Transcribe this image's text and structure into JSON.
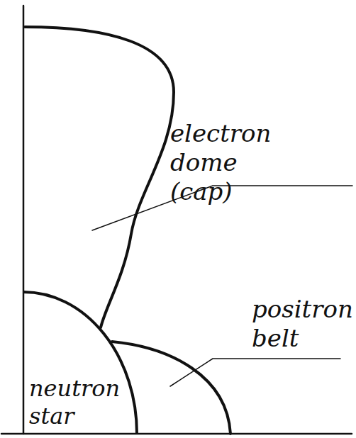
{
  "diagram": {
    "nodes": [
      {
        "text": [
          "neutron star"
        ]
      }
    ],
    "labels": [
      "electron dome (cap)",
      "positron belt"
    ]
  }
}
